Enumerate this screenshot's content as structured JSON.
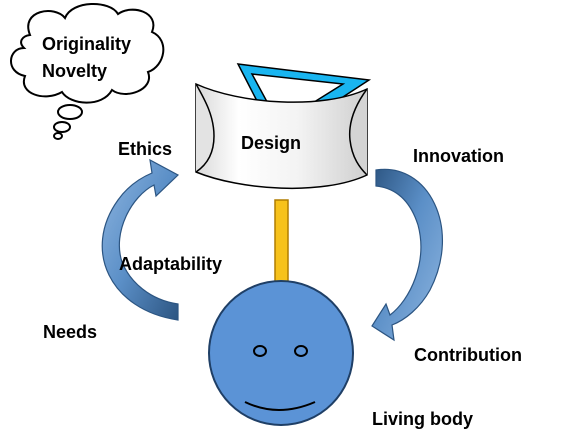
{
  "thought_cloud": {
    "line1": "Originality",
    "line2": "Novelty"
  },
  "flag": {
    "label": "Design"
  },
  "labels": {
    "ethics": "Ethics",
    "innovation": "Innovation",
    "adaptability": "Adaptability",
    "needs": "Needs",
    "contribution": "Contribution",
    "living_body": "Living body"
  },
  "colors": {
    "arrow_blue": "#5b8fc7",
    "arrow_dark": "#2c5582",
    "face_fill": "#5b93d6",
    "face_stroke": "#1f3f66",
    "triangle_cyan": "#19b5f0",
    "pole_yellow": "#f7c21b",
    "pole_stroke": "#b07d00"
  },
  "icons": [
    "thought-cloud-icon",
    "triangle-ruler-icon",
    "waving-flag-icon",
    "smiley-face-icon",
    "curved-arrow-icon",
    "down-arrow-icon"
  ]
}
